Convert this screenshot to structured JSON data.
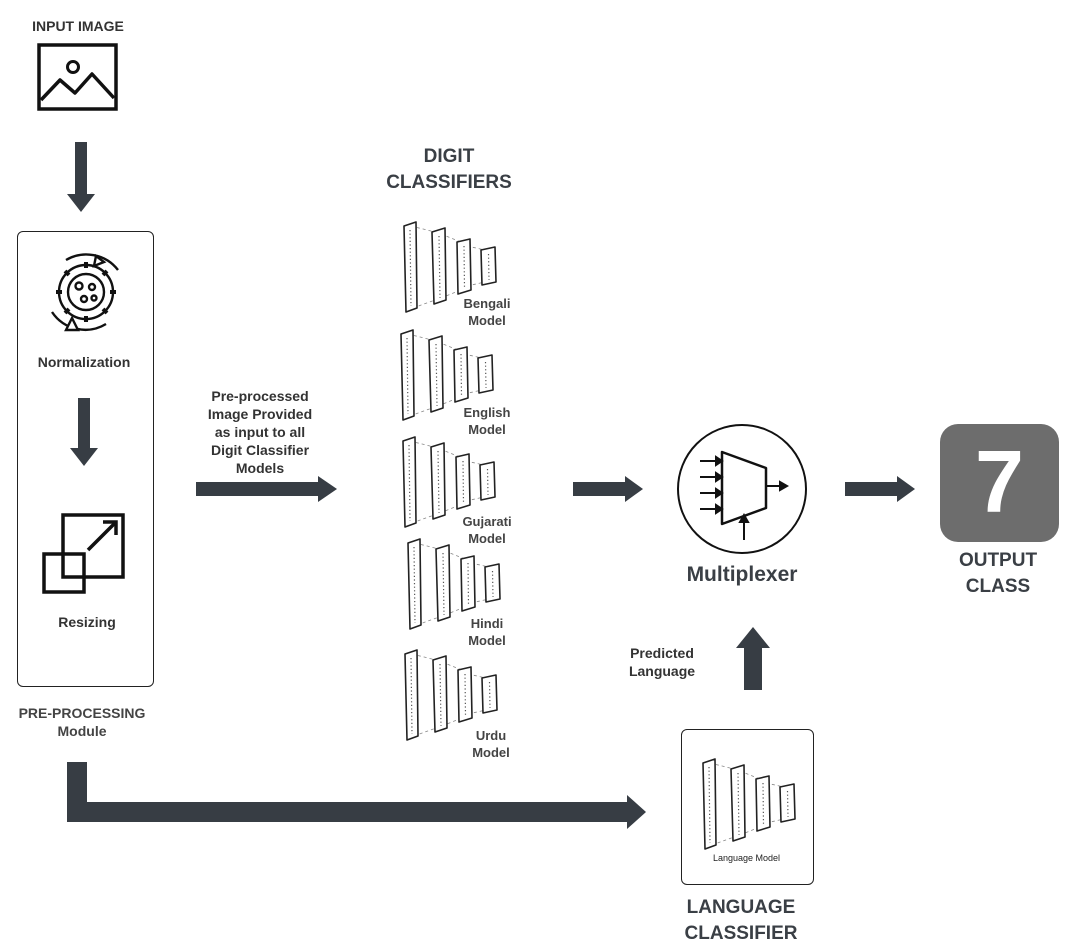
{
  "input_label": "INPUT IMAGE",
  "preprocessing": {
    "normalization_label": "Normalization",
    "resizing_label": "Resizing",
    "module_label_line1": "PRE-PROCESSING",
    "module_label_line2": "Module"
  },
  "preprocessed_note": [
    "Pre-processed",
    "Image Provided",
    "as input to all",
    "Digit Classifier",
    "Models"
  ],
  "digit_classifiers_title": [
    "DIGIT",
    "CLASSIFIERS"
  ],
  "models": [
    {
      "name": "Bengali",
      "suffix": "Model"
    },
    {
      "name": "English",
      "suffix": "Model"
    },
    {
      "name": "Gujarati",
      "suffix": "Model"
    },
    {
      "name": "Hindi",
      "suffix": "Model"
    },
    {
      "name": "Urdu",
      "suffix": "Model"
    }
  ],
  "multiplexer_label": "Multiplexer",
  "predicted_language": [
    "Predicted",
    "Language"
  ],
  "language_model_label": "Language Model",
  "language_classifier_title": [
    "LANGUAGE",
    "CLASSIFIER"
  ],
  "output_digit": "7",
  "output_class_title": [
    "OUTPUT",
    "CLASS"
  ],
  "colors": {
    "arrow": "#373d44",
    "output_box": "#6d6d6d",
    "line": "#222222"
  },
  "icons": [
    "image-icon",
    "gear-cycle-icon",
    "resize-icon",
    "multiplexer-icon",
    "neural-net-icon"
  ]
}
